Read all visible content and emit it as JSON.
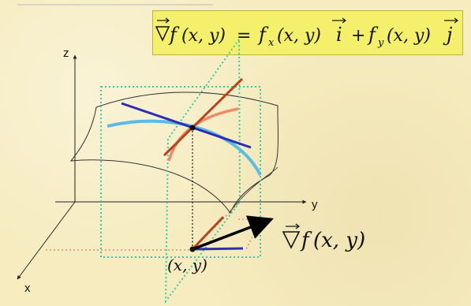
{
  "formula": {
    "lhs_func": "f",
    "lhs_args": "(x, y)",
    "equals": "=",
    "f": "f",
    "sub_x": "x",
    "sub_y": "y",
    "args": "(x, y)",
    "i": "i",
    "plus": "+",
    "j": "j"
  },
  "axes": {
    "z": "z",
    "y": "y",
    "x": "x"
  },
  "gradient_label": {
    "func": "f",
    "args": "(x, y)"
  },
  "point_label": "(x, y)",
  "colors": {
    "formula_bg": "#f5f06c",
    "guide": "#39c9a4",
    "tangent_x": "#2f2db0",
    "tangent_y": "#b5451e",
    "curve_x": "#5bbbe4",
    "curve_y": "#ec8b67",
    "gradient": "#000000"
  }
}
